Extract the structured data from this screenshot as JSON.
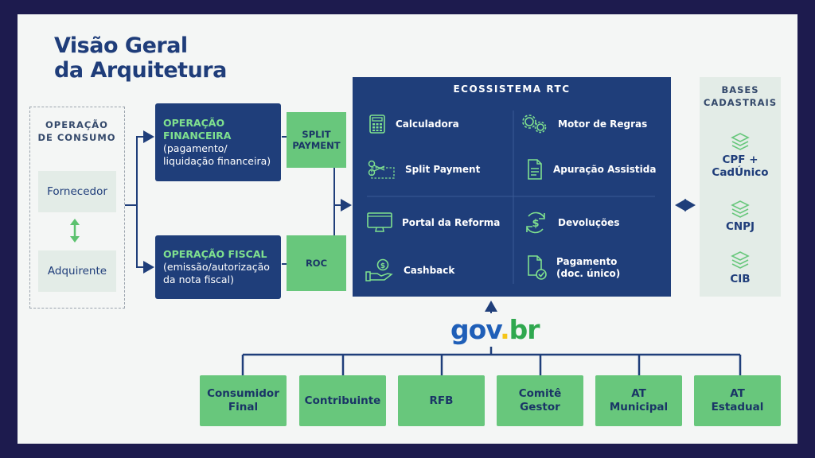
{
  "title_line1": "Visão Geral",
  "title_line2": "da Arquitetura",
  "operacao_consumo": {
    "title_line1": "OPERAÇÃO",
    "title_line2": "DE CONSUMO",
    "fornecedor": "Fornecedor",
    "adquirente": "Adquirente"
  },
  "operacao_financeira": {
    "title_line1": "OPERAÇÃO",
    "title_line2": "FINANCEIRA",
    "desc_line1": "(pagamento/",
    "desc_line2": "liquidação financeira)"
  },
  "operacao_fiscal": {
    "title": "OPERAÇÃO FISCAL",
    "desc_line1": "(emissão/autorização",
    "desc_line2": "da nota fiscal)"
  },
  "split_payment_box": {
    "line1": "SPLIT",
    "line2": "PAYMENT"
  },
  "roc_box": "ROC",
  "ecossistema": {
    "title": "ECOSSISTEMA RTC",
    "items": [
      {
        "label": "Calculadora",
        "icon": "calculator-icon"
      },
      {
        "label": "Motor de Regras",
        "icon": "gears-icon"
      },
      {
        "label": "Split Payment",
        "icon": "scissors-icon"
      },
      {
        "label": "Apuração Assistida",
        "icon": "document-icon"
      },
      {
        "label": "Portal da Reforma",
        "icon": "monitor-icon"
      },
      {
        "label": "Devoluções",
        "icon": "refund-icon"
      },
      {
        "label": "Cashback",
        "icon": "hand-coin-icon"
      },
      {
        "label_line1": "Pagamento",
        "label_line2": "(doc. único)",
        "icon": "document-check-icon"
      }
    ]
  },
  "bases": {
    "title_line1": "BASES",
    "title_line2": "CADASTRAIS",
    "items": [
      {
        "line1": "CPF +",
        "line2": "CadÚnico"
      },
      {
        "line1": "CNPJ"
      },
      {
        "line1": "CIB"
      }
    ]
  },
  "govbr": {
    "part1": "gov",
    "dot": ".",
    "part2": "br"
  },
  "bottom": [
    {
      "line1": "Consumidor",
      "line2": "Final"
    },
    {
      "line1": "Contribuinte"
    },
    {
      "line1": "RFB"
    },
    {
      "line1": "Comitê",
      "line2": "Gestor"
    },
    {
      "line1": "AT",
      "line2": "Municipal"
    },
    {
      "line1": "AT",
      "line2": "Estadual"
    }
  ],
  "colors": {
    "navy": "#1f3e7a",
    "green": "#68c77c",
    "light_green_text": "#7fe08e",
    "pale": "#e3ece7",
    "govbr_blue": "#1f5fb8",
    "govbr_yellow": "#f5c518",
    "govbr_green": "#2fa84f"
  }
}
